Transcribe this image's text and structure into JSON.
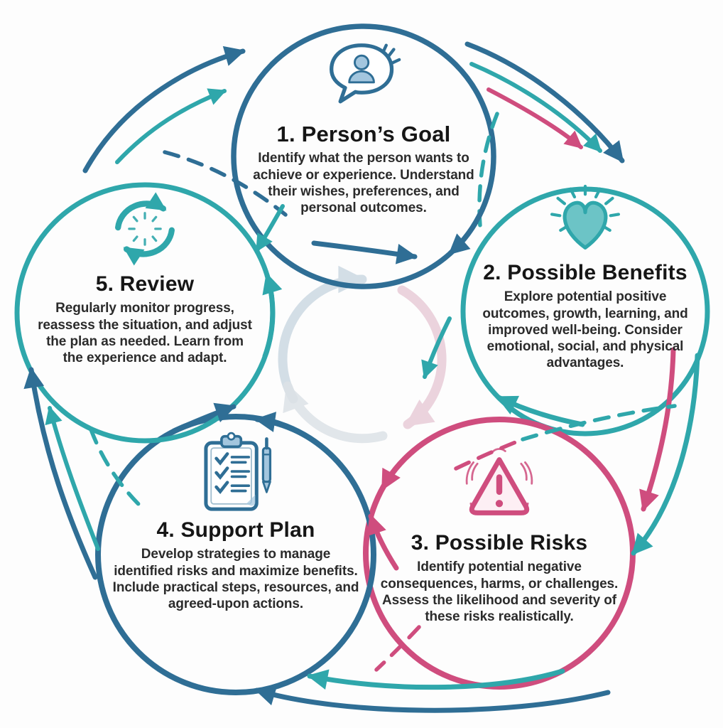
{
  "diagram": {
    "name": "decision-support-cycle",
    "background": "#fdfdfd",
    "palette": {
      "bg": "#fdfdfd",
      "text": "#242424",
      "blue": "#2f6e95",
      "teal": "#2fa7ab",
      "pink": "#cf4d7e",
      "blue-fill": "#a3c6de",
      "teal-fill": "#6cc4c6",
      "pink-fill": "#fdeff4",
      "center-blue": "#ccd9e3",
      "center-pink": "#e9ccd8",
      "center-gray": "#dde2e7"
    },
    "center_icon": "cycle-arrows-watermark",
    "nodes": [
      {
        "id": "persons-goal",
        "title": "1. Person’s Goal",
        "description": "Identify what the person wants to achieve or experience. Understand their wishes, preferences, and personal outcomes.",
        "icon": "person-speech-bubble-icon",
        "color": "#2f6e95"
      },
      {
        "id": "possible-benefits",
        "title": "2. Possible Benefits",
        "description": "Explore potential positive outcomes, growth, learning, and improved well-being. Consider emotional, social, and physical advantages.",
        "icon": "heart-icon",
        "color": "#2fa7ab"
      },
      {
        "id": "possible-risks",
        "title": "3. Possible Risks",
        "description": "Identify potential negative consequences, harms, or challenges. Assess the likelihood and severity of these risks realistically.",
        "icon": "warning-triangle-icon",
        "color": "#cf4d7e"
      },
      {
        "id": "support-plan",
        "title": "4. Support Plan",
        "description": "Develop strategies to manage identified risks and maximize benefits. Include practical steps, resources, and agreed-upon actions.",
        "icon": "clipboard-checklist-icon",
        "color": "#2f6e95"
      },
      {
        "id": "review",
        "title": "5. Review",
        "description": "Regularly monitor progress, reassess the situation, and adjust the plan as needed. Learn from the experience and adapt.",
        "icon": "refresh-arrows-icon",
        "color": "#2fa7ab"
      }
    ]
  }
}
